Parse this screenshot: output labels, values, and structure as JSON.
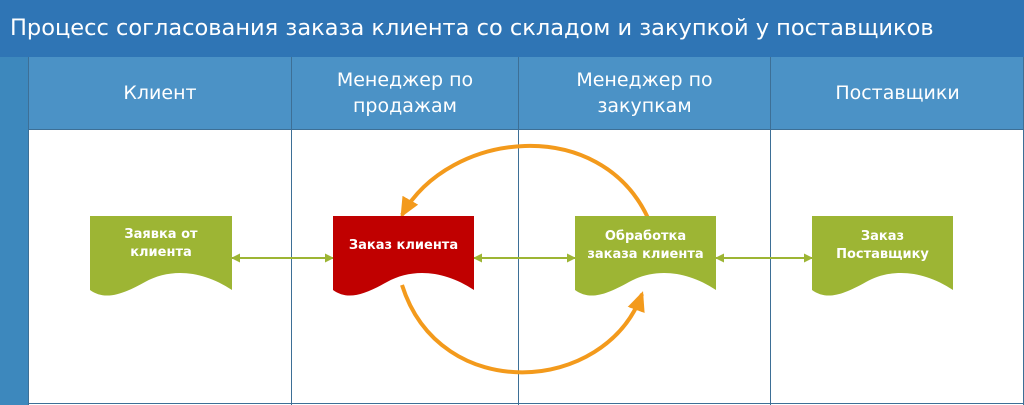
{
  "title": "Процесс согласования заказа клиента со складом и закупкой у поставщиков",
  "lanes": [
    {
      "label": "Клиент"
    },
    {
      "label": "Менеджер по\nпродажам"
    },
    {
      "label": "Менеджер по\nзакупкам"
    },
    {
      "label": "Поставщики"
    }
  ],
  "docs": [
    {
      "label": "Заявка от\nклиента"
    },
    {
      "label": "Заказ клиента"
    },
    {
      "label": "Обработка\nзаказа клиента"
    },
    {
      "label": "Заказ\nПоставщику"
    }
  ],
  "colors": {
    "title_bar": "#2f75b5",
    "lane_header": "#4b92c6",
    "doc_green": "#9db534",
    "doc_red": "#c00000",
    "connector": "#9db534",
    "cycle_arrow": "#f39a1c"
  }
}
